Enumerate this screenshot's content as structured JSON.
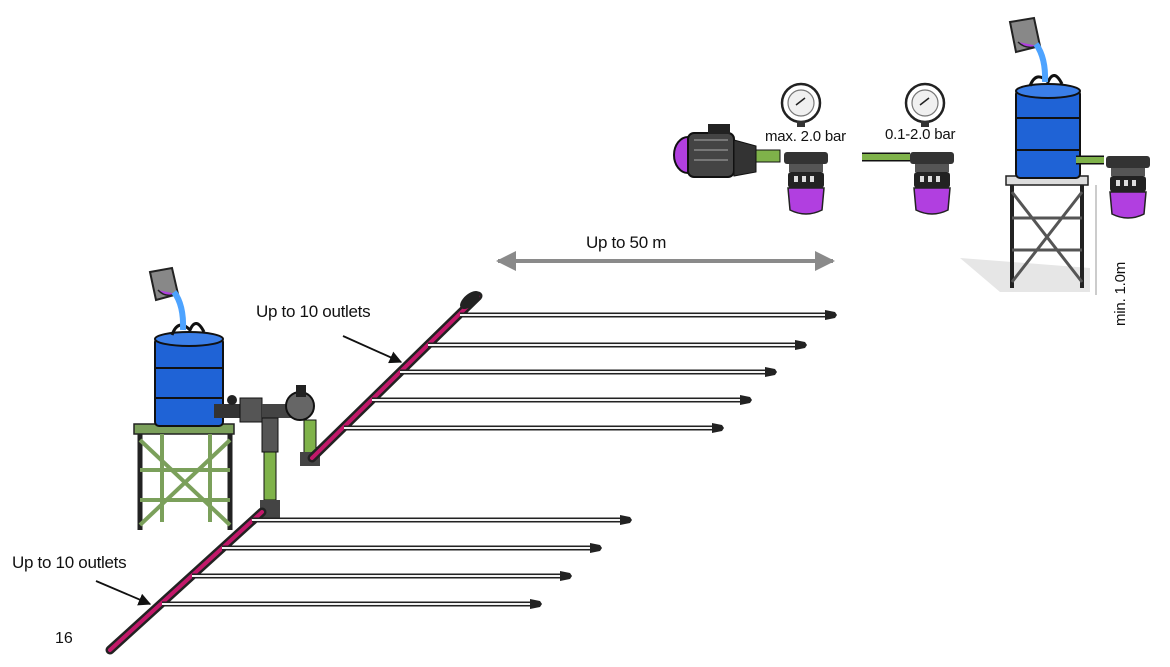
{
  "labels": {
    "outlets_top": "Up to 10 outlets",
    "outlets_bottom": "Up to 10 outlets",
    "distance": "Up to 50 m",
    "pump_pressure": "max. 2.0 bar",
    "filter_pressure": "0.1-2.0 bar",
    "min_height": "min. 1.0m",
    "page_number": "16"
  },
  "colors": {
    "barrel_blue": "#1f63d6",
    "stand_green": "#7ba05b",
    "pipe_green": "#7fb24a",
    "lateral_pink": "#c2186a",
    "filter_purple": "#b13fe0",
    "water_blue": "#4da3ff"
  },
  "icons": [
    "barrel-icon",
    "pump-icon",
    "pressure-gauge-icon",
    "filter-icon",
    "bucket-icon",
    "valve-icon",
    "stand-icon"
  ]
}
